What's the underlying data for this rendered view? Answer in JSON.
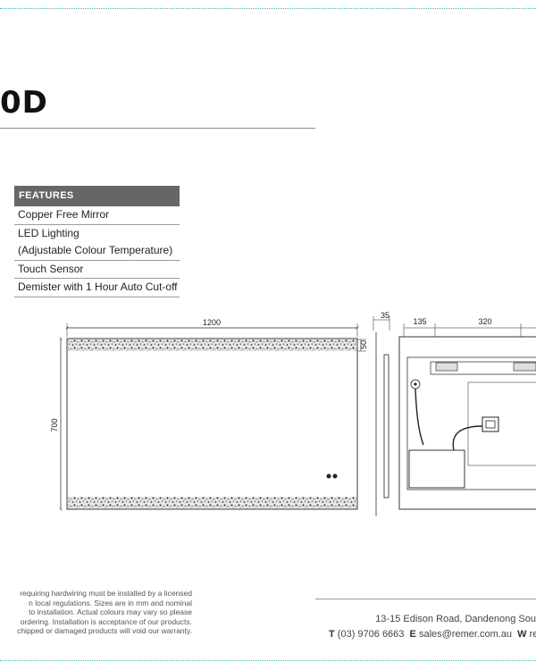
{
  "product": {
    "title_fragment": "0D"
  },
  "features": {
    "heading": "FEATURES",
    "items": [
      "Copper Free Mirror",
      "LED Lighting",
      "(Adjustable Colour Temperature)",
      "Touch Sensor",
      "Demister with 1 Hour Auto Cut-off"
    ]
  },
  "drawing": {
    "dim_width": "1200",
    "dim_height": "700",
    "dim_band": "50",
    "dim_depth": "35",
    "dim_rear_1": "135",
    "dim_rear_2": "320"
  },
  "footer": {
    "disclaimer_lines": [
      "requiring hardwiring must be installed by a licensed",
      "n local regulations. Sizes are in mm and nominal",
      "to installation. Actual colours may vary so please",
      "ordering. Installation is acceptance of our products.",
      "chipped or damaged products will void our warranty."
    ],
    "address": "13-15 Edison Road, Dandenong Sou",
    "phone_label": "T",
    "phone": "(03) 9706 6663",
    "email_label": "E",
    "email": "sales@remer.com.au",
    "web_label": "W",
    "web": "re"
  },
  "colors": {
    "accent_dotted": "#3bb7b7",
    "features_header_bg": "#666666"
  }
}
